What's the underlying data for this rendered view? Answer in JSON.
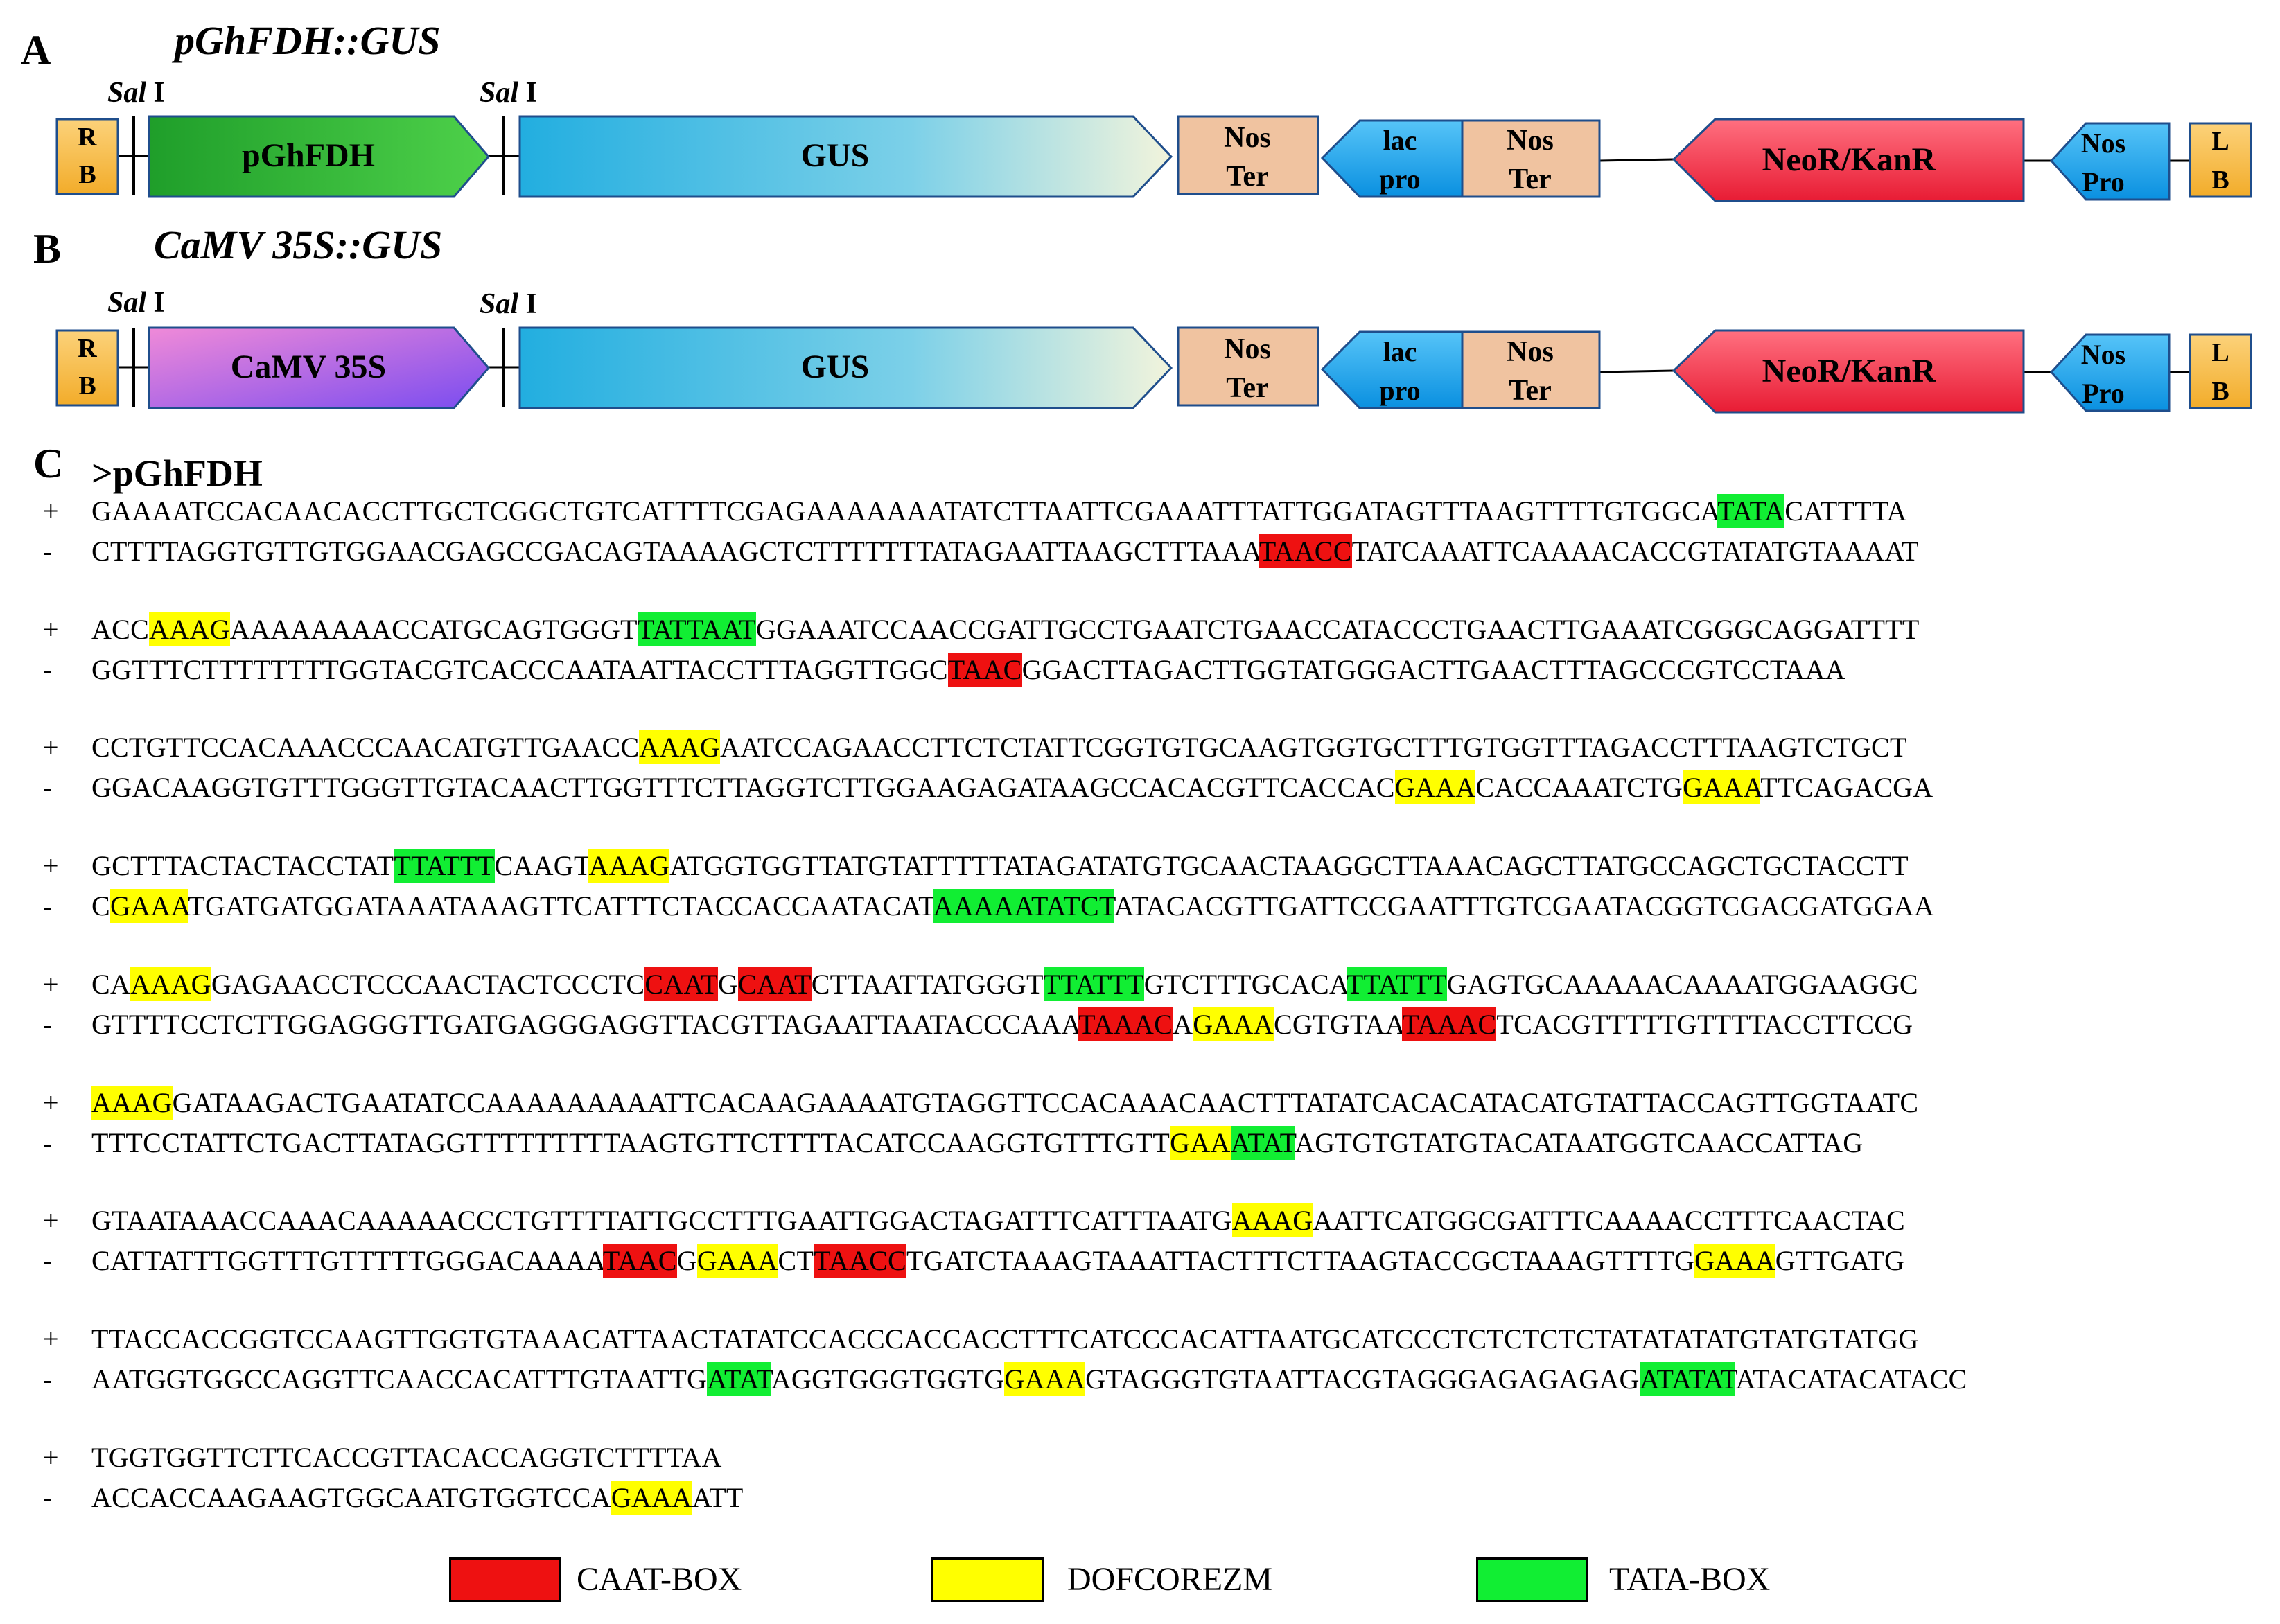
{
  "panels": {
    "a": {
      "letter": "A",
      "title": "pGhFDH::GUS",
      "promoter": "pGhFDH"
    },
    "b": {
      "letter": "B",
      "title": "CaMV 35S::GUS",
      "promoter": "CaMV 35S"
    },
    "c": {
      "letter": "C",
      "seq_title": ">pGhFDH"
    }
  },
  "site": {
    "italic": "Sal",
    "roman": " I"
  },
  "elements": {
    "rb_1": "R",
    "rb_2": "B",
    "gus": "GUS",
    "nos_ter_1": "Nos",
    "nos_ter_2": "Ter",
    "lac_1": "lac",
    "lac_2": "pro",
    "neo": "NeoR/KanR",
    "nos_pro_1": "Nos",
    "nos_pro_2": "Pro",
    "lb_1": "L",
    "lb_2": "B"
  },
  "colors": {
    "rb_lb": "#f5b942",
    "gus": "#33b8e0",
    "nos_ter": "#f0c3a0",
    "lac": "#1ea8f0",
    "neo": "#ee3344",
    "pghfdh": "#22aa22",
    "camv": "#b45cf0",
    "outline": "#1f4e8c"
  },
  "strands": {
    "plus": "+",
    "minus": "-"
  },
  "sequence_blocks": [
    {
      "plus": [
        [
          "GAAAATCCACAACACCTTGCTCGGCTGTCATTTTCGAGAAAAAAATATCTTAATTCGAAATTTATTGGATAGTTTAAGTTTTGTGGCA",
          ""
        ],
        [
          "TATA",
          "green"
        ],
        [
          "CATTTTA",
          ""
        ]
      ],
      "minus": [
        [
          "CTTTTAGGTGTTGTGGAACGAGCCGACAGTAAAAGCTCTTTTTTTATAGAATTAAGCTTTAAA",
          ""
        ],
        [
          "TAACC",
          "red"
        ],
        [
          "TATCAAATTCAAAACACCGTATATGTAAAAT",
          ""
        ]
      ]
    },
    {
      "plus": [
        [
          "ACC",
          ""
        ],
        [
          "AAAG",
          "yellow"
        ],
        [
          "AAAAAAAACCATGCAGTGGGT",
          ""
        ],
        [
          "TATTAAT",
          "green"
        ],
        [
          "GGAAATCCAACCGATTGCCTGAATCTGAACCATACCCTGAACTTGAAATCGGGCAGGATTTT",
          ""
        ]
      ],
      "minus": [
        [
          "GGTTTCTTTTTTTTGGTACGTCACCCAATAATTACCTTTAGGTTGGC",
          ""
        ],
        [
          "TAAC",
          "red"
        ],
        [
          "GGACTTAGACTTGGTATGGGACTTGAACTTTAGCCCGTCCTAAA",
          ""
        ]
      ]
    },
    {
      "plus": [
        [
          "CCTGTTCCACAAACCCAACATGTTGAACC",
          ""
        ],
        [
          "AAAG",
          "yellow"
        ],
        [
          "AATCCAGAACCTTCTCTATTCGGTGTGCAAGTGGTGCTTTGTGGTTTAGACCTTTAAGTCTGCT",
          ""
        ]
      ],
      "minus": [
        [
          "GGACAAGGTGTTTGGGTTGTACAACTTGGTTTCTTAGGTCTTGGAAGAGATAAGCCACACGTTCACCAC",
          ""
        ],
        [
          "GAAA",
          "yellow"
        ],
        [
          "CACCAAATCTG",
          ""
        ],
        [
          "GAAA",
          "yellow"
        ],
        [
          "TTCAGACGA",
          ""
        ]
      ]
    },
    {
      "plus": [
        [
          "GCTTTACTACTACCTAT",
          ""
        ],
        [
          "TTATTT",
          "green"
        ],
        [
          "CAAGT",
          ""
        ],
        [
          "AAAG",
          "yellow"
        ],
        [
          "ATGGTGGTTATGTATTTTTATAGATATGTGCAACTAAGGCTTAAACAGCTTATGCCAGCTGCTACCTT",
          ""
        ]
      ],
      "minus": [
        [
          "C",
          ""
        ],
        [
          "GAAA",
          "yellow"
        ],
        [
          "TGATGATGGATAAATAAAGTTCATTTCTACCACCAATACAT",
          ""
        ],
        [
          "AAAAATATCT",
          "green"
        ],
        [
          "ATACACGTTGATTCCGAATTTGTCGAATACGGTCGACGATGGAA",
          ""
        ]
      ]
    },
    {
      "plus": [
        [
          "CA",
          ""
        ],
        [
          "AAAG",
          "yellow"
        ],
        [
          "GAGAACCTCCCAACTACTCCCTC",
          ""
        ],
        [
          "CAAT",
          "red"
        ],
        [
          "G",
          ""
        ],
        [
          "CAAT",
          "red"
        ],
        [
          "CTTAATTATGGGT",
          ""
        ],
        [
          "TTATTT",
          "green"
        ],
        [
          "GTCTTTGCACA",
          ""
        ],
        [
          "TTATTT",
          "green"
        ],
        [
          "GAGTGCAAAAACAAAATGGAAGGC",
          ""
        ]
      ],
      "minus": [
        [
          "GTTTTCCTCTTGGAGGGTTGATGAGGGAGGTTACGTTAGAATTAATACCCAAA",
          ""
        ],
        [
          "TAAAC",
          "red"
        ],
        [
          "A",
          ""
        ],
        [
          "GAAA",
          "yellow"
        ],
        [
          "CGTGTAA",
          ""
        ],
        [
          "TAAAC",
          "red"
        ],
        [
          "TCACGTTTTTGTTTTACCTTCCG",
          ""
        ]
      ]
    },
    {
      "plus": [
        [
          "AAAG",
          "yellow"
        ],
        [
          "GATAAGACTGAATATCCAAAAAAAAATTCACAAGAAAATGTAGGTTCCACAAACAACTTTATATCACACATACATGTATTACCAGTTGGTAATC",
          ""
        ]
      ],
      "minus": [
        [
          "TTTCCTATTCTGACTTATAGGTTTTTTTTTAAGTGTTCTTTTACATCCAAGGTGTTTGTT",
          ""
        ],
        [
          "GAA",
          "yellow"
        ],
        [
          "ATAT",
          "green"
        ],
        [
          "AGTGTGTATGTACATAATGGTCAACCATTAG",
          ""
        ]
      ]
    },
    {
      "plus": [
        [
          "GTAATAAACCAAACAAAAACCCTGTTTTATTGCCTTTGAATTGGACTAGATTTCATTTAATG",
          ""
        ],
        [
          "AAAG",
          "yellow"
        ],
        [
          "AATTCATGGCGATTTCAAAACCTTTCAACTAC",
          ""
        ]
      ],
      "minus": [
        [
          "CATTATTTGGTTTGTTTTTGGGACAAAA",
          ""
        ],
        [
          "TAAC",
          "red"
        ],
        [
          "G",
          ""
        ],
        [
          "GAAA",
          "yellow"
        ],
        [
          "CT",
          ""
        ],
        [
          "TAACC",
          "red"
        ],
        [
          "TGATCTAAAGTAAATTACTTTCTTAAGTACCGCTAAAGTTTTG",
          ""
        ],
        [
          "GAAA",
          "yellow"
        ],
        [
          "GTTGATG",
          ""
        ]
      ]
    },
    {
      "plus": [
        [
          "TTACCACCGGTCCAAGTTGGTGTAAACATTAACTATATCCACCCACCACCTTTCATCCCACATTAATGCATCCCTCTCTCTCTATATATATGTATGTATGG",
          ""
        ]
      ],
      "minus": [
        [
          "AATGGTGGCCAGGTTCAACCACATTTGTAATTG",
          ""
        ],
        [
          "ATAT",
          "green"
        ],
        [
          "AGGTGGGTGGTG",
          ""
        ],
        [
          "GAAA",
          "yellow"
        ],
        [
          "GTAGGGTGTAATTACGTAGGGAGAGAGAG",
          ""
        ],
        [
          "ATATAT",
          "green"
        ],
        [
          "ATACATACATACC",
          ""
        ]
      ]
    },
    {
      "plus": [
        [
          "TGGTGGTTCTTCACCGTTACACCAGGTCTTTTAA",
          ""
        ]
      ],
      "minus": [
        [
          "ACCACCAAGAAGTGGCAATGTGGTCCA",
          ""
        ],
        [
          "GAAA",
          "yellow"
        ],
        [
          "ATT",
          ""
        ]
      ]
    }
  ],
  "legend": [
    {
      "label": "CAAT-BOX",
      "color": "#ee1111"
    },
    {
      "label": "DOFCOREZM",
      "color": "#ffff00"
    },
    {
      "label": "TATA-BOX",
      "color": "#11ee33"
    }
  ]
}
